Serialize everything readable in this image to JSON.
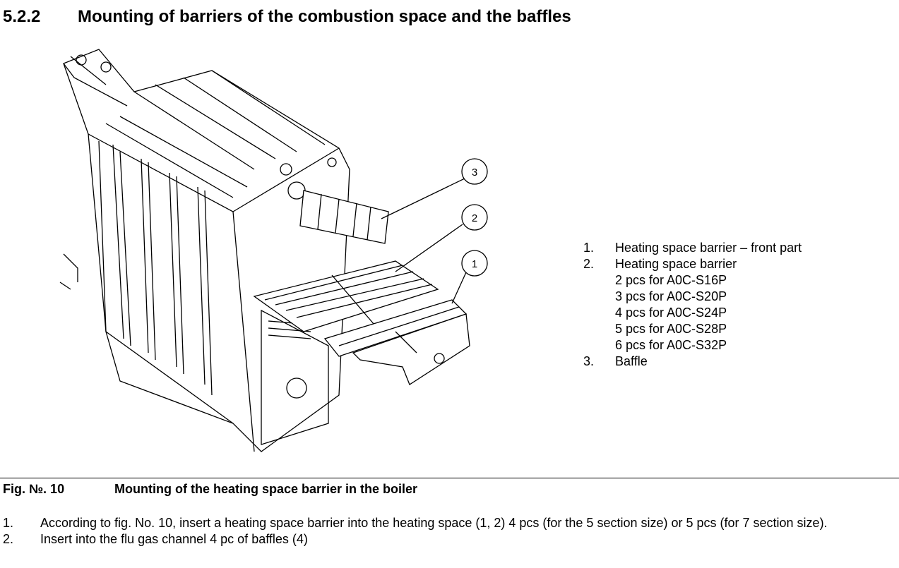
{
  "section": {
    "number": "5.2.2",
    "title": "Mounting of barriers of the combustion space and the baffles"
  },
  "figure": {
    "callouts": [
      "3",
      "2",
      "1"
    ]
  },
  "legend": [
    {
      "num": "1.",
      "text": "Heating space barrier – front part",
      "sub": []
    },
    {
      "num": "2.",
      "text": "Heating space barrier",
      "sub": [
        "2 pcs for A0C-S16P",
        "3 pcs for A0C-S20P",
        "4 pcs for A0C-S24P",
        "5 pcs for A0C-S28P",
        "6 pcs for A0C-S32P"
      ]
    },
    {
      "num": "3.",
      "text": "Baffle",
      "sub": []
    }
  ],
  "caption": {
    "number": "Fig. №. 10",
    "text": "Mounting of the heating space barrier in the boiler"
  },
  "steps": [
    {
      "num": "1.",
      "text": "According to fig. No. 10, insert a heating space barrier into the heating space (1, 2) 4 pcs (for the 5 section size) or 5 pcs (for 7 section size)."
    },
    {
      "num": "2.",
      "text": "Insert into the flu gas channel 4 pc of baffles (4)"
    }
  ]
}
